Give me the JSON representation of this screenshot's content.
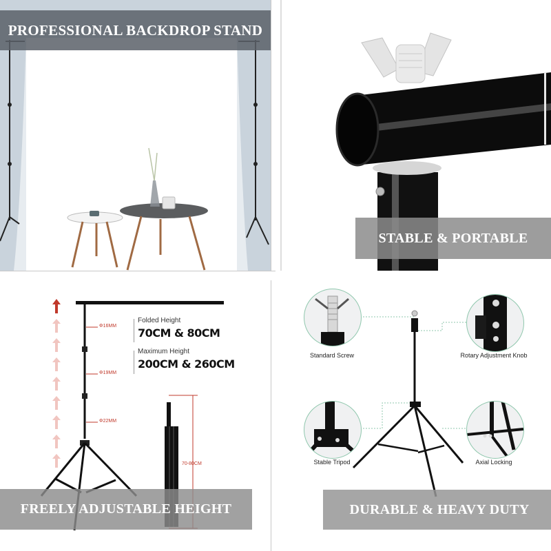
{
  "panels": {
    "backdrop": {
      "caption": "PROFESSIONAL BACKDROP STAND"
    },
    "crossbar_detail": {
      "caption": "STABLE & PORTABLE"
    },
    "height": {
      "caption": "FREELY ADJUSTABLE HEIGHT",
      "diameters": [
        "Φ16MM",
        "Φ19MM",
        "Φ22MM"
      ],
      "folded_height_label": "Folded Height",
      "folded_height_value": "70CM & 80CM",
      "max_height_label": "Maximum Height",
      "max_height_value": "200CM & 260CM",
      "folded_dimension": "70-80CM"
    },
    "features": {
      "caption": "DURABLE & HEAVY DUTY",
      "items": [
        {
          "label": "Standard Screw"
        },
        {
          "label": "Rotary Adjustment Knob"
        },
        {
          "label": "Stable Tripod"
        },
        {
          "label": "Axial Locking"
        }
      ]
    }
  },
  "colors": {
    "caption_dark": "#5a6068",
    "caption_gray": "#8c8c8c",
    "accent_red": "#c0392b",
    "callout_green": "#8fc7ad",
    "backdrop_side": "#c9d3dc"
  }
}
